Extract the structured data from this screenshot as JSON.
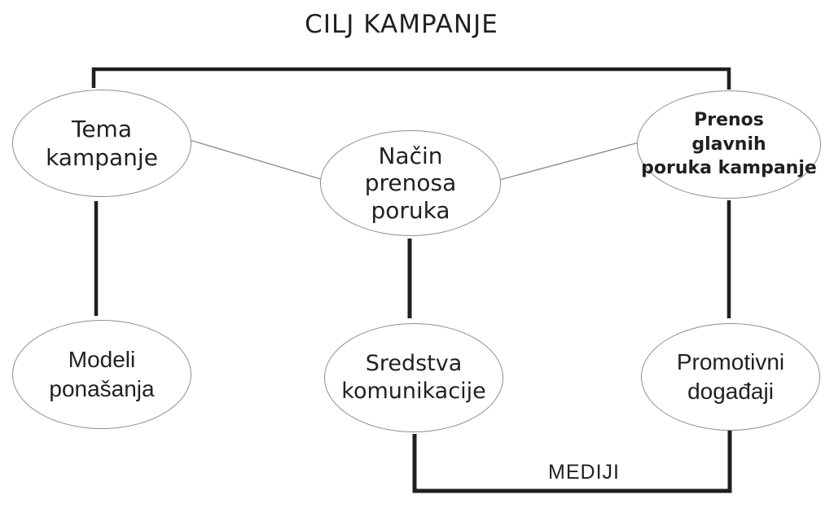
{
  "title": "CILJ KAMPANJE",
  "colors": {
    "thick_line": "#221e1f",
    "thin_line": "#8f8f8f",
    "text": "#231f20",
    "ellipse_fill": "#ffffff"
  },
  "nodes": {
    "tema": {
      "label": "Tema kampanje",
      "lines": [
        "Tema",
        "kampanje"
      ]
    },
    "nacin": {
      "label": "Način prenosa poruka",
      "lines": [
        "Način",
        "prenosa",
        "poruka"
      ]
    },
    "prenos": {
      "label": "Prenos glavnih poruka kampanje",
      "lines": [
        "Prenos",
        "glavnih",
        "poruka kampanje"
      ]
    },
    "modeli": {
      "label": "Modeli ponašanja",
      "lines": [
        "Modeli",
        "ponašanja"
      ]
    },
    "sredstva": {
      "label": "Sredstva komunikacije",
      "lines": [
        "Sredstva",
        "komunikacije"
      ]
    },
    "promotivni": {
      "label": "Promotivni događaji",
      "lines": [
        "Promotivni",
        "događaji"
      ]
    }
  },
  "labels": {
    "mediji": "MEDIJI"
  }
}
